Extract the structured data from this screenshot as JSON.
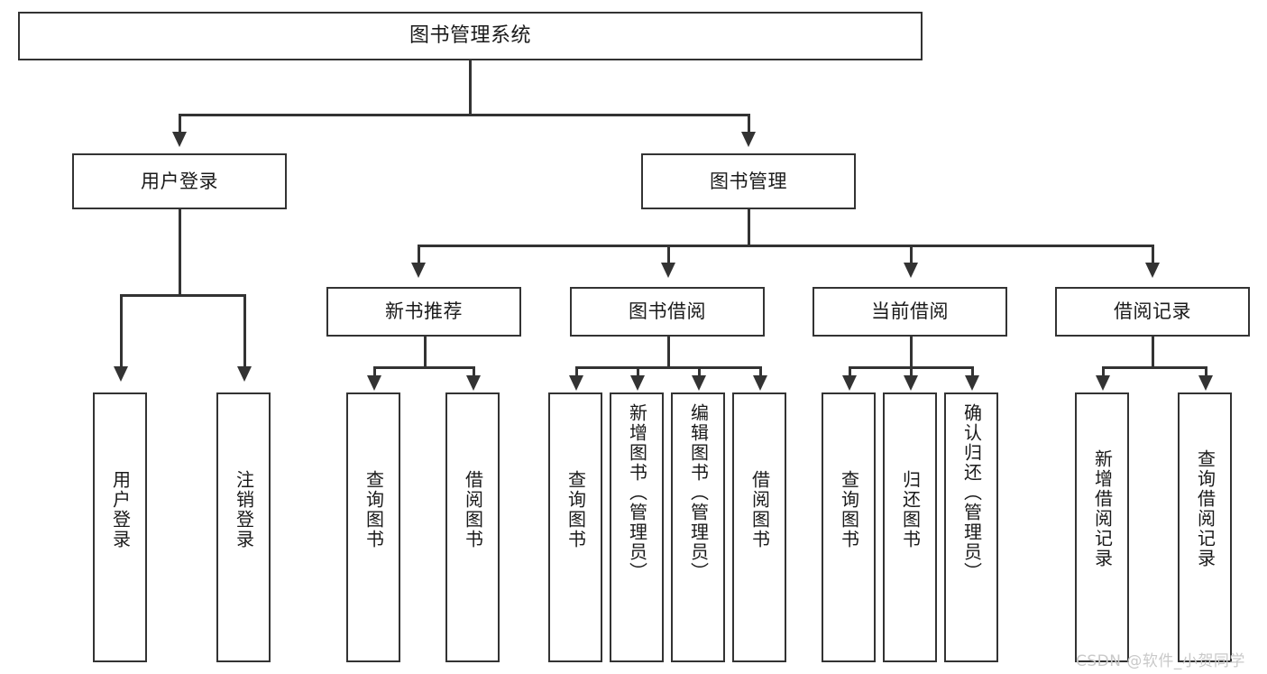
{
  "diagram": {
    "title": "图书管理系统",
    "watermark": "CSDN @软件_小贺同学",
    "stroke_color": "#333333",
    "fill_color": "#ffffff",
    "text_color": "#1a1a1a",
    "watermark_color": "#c9c9c9"
  },
  "root": {
    "label": "图书管理系统"
  },
  "level2": [
    {
      "label": "用户登录"
    },
    {
      "label": "图书管理"
    }
  ],
  "level3": [
    {
      "label": "新书推荐"
    },
    {
      "label": "图书借阅"
    },
    {
      "label": "当前借阅"
    },
    {
      "label": "借阅记录"
    }
  ],
  "leaves": {
    "user_login": [
      {
        "label": "用户登录"
      },
      {
        "label": "注销登录"
      }
    ],
    "new_book": [
      {
        "label": "查询图书"
      },
      {
        "label": "借阅图书"
      }
    ],
    "book_borrow": [
      {
        "label": "查询图书"
      },
      {
        "label": "新增图书（管理员）"
      },
      {
        "label": "编辑图书（管理员）"
      },
      {
        "label": "借阅图书"
      }
    ],
    "current_borrow": [
      {
        "label": "查询图书"
      },
      {
        "label": "归还图书"
      },
      {
        "label": "确认归还（管理员）"
      }
    ],
    "borrow_record": [
      {
        "label": "新增借阅记录"
      },
      {
        "label": "查询借阅记录"
      }
    ]
  }
}
